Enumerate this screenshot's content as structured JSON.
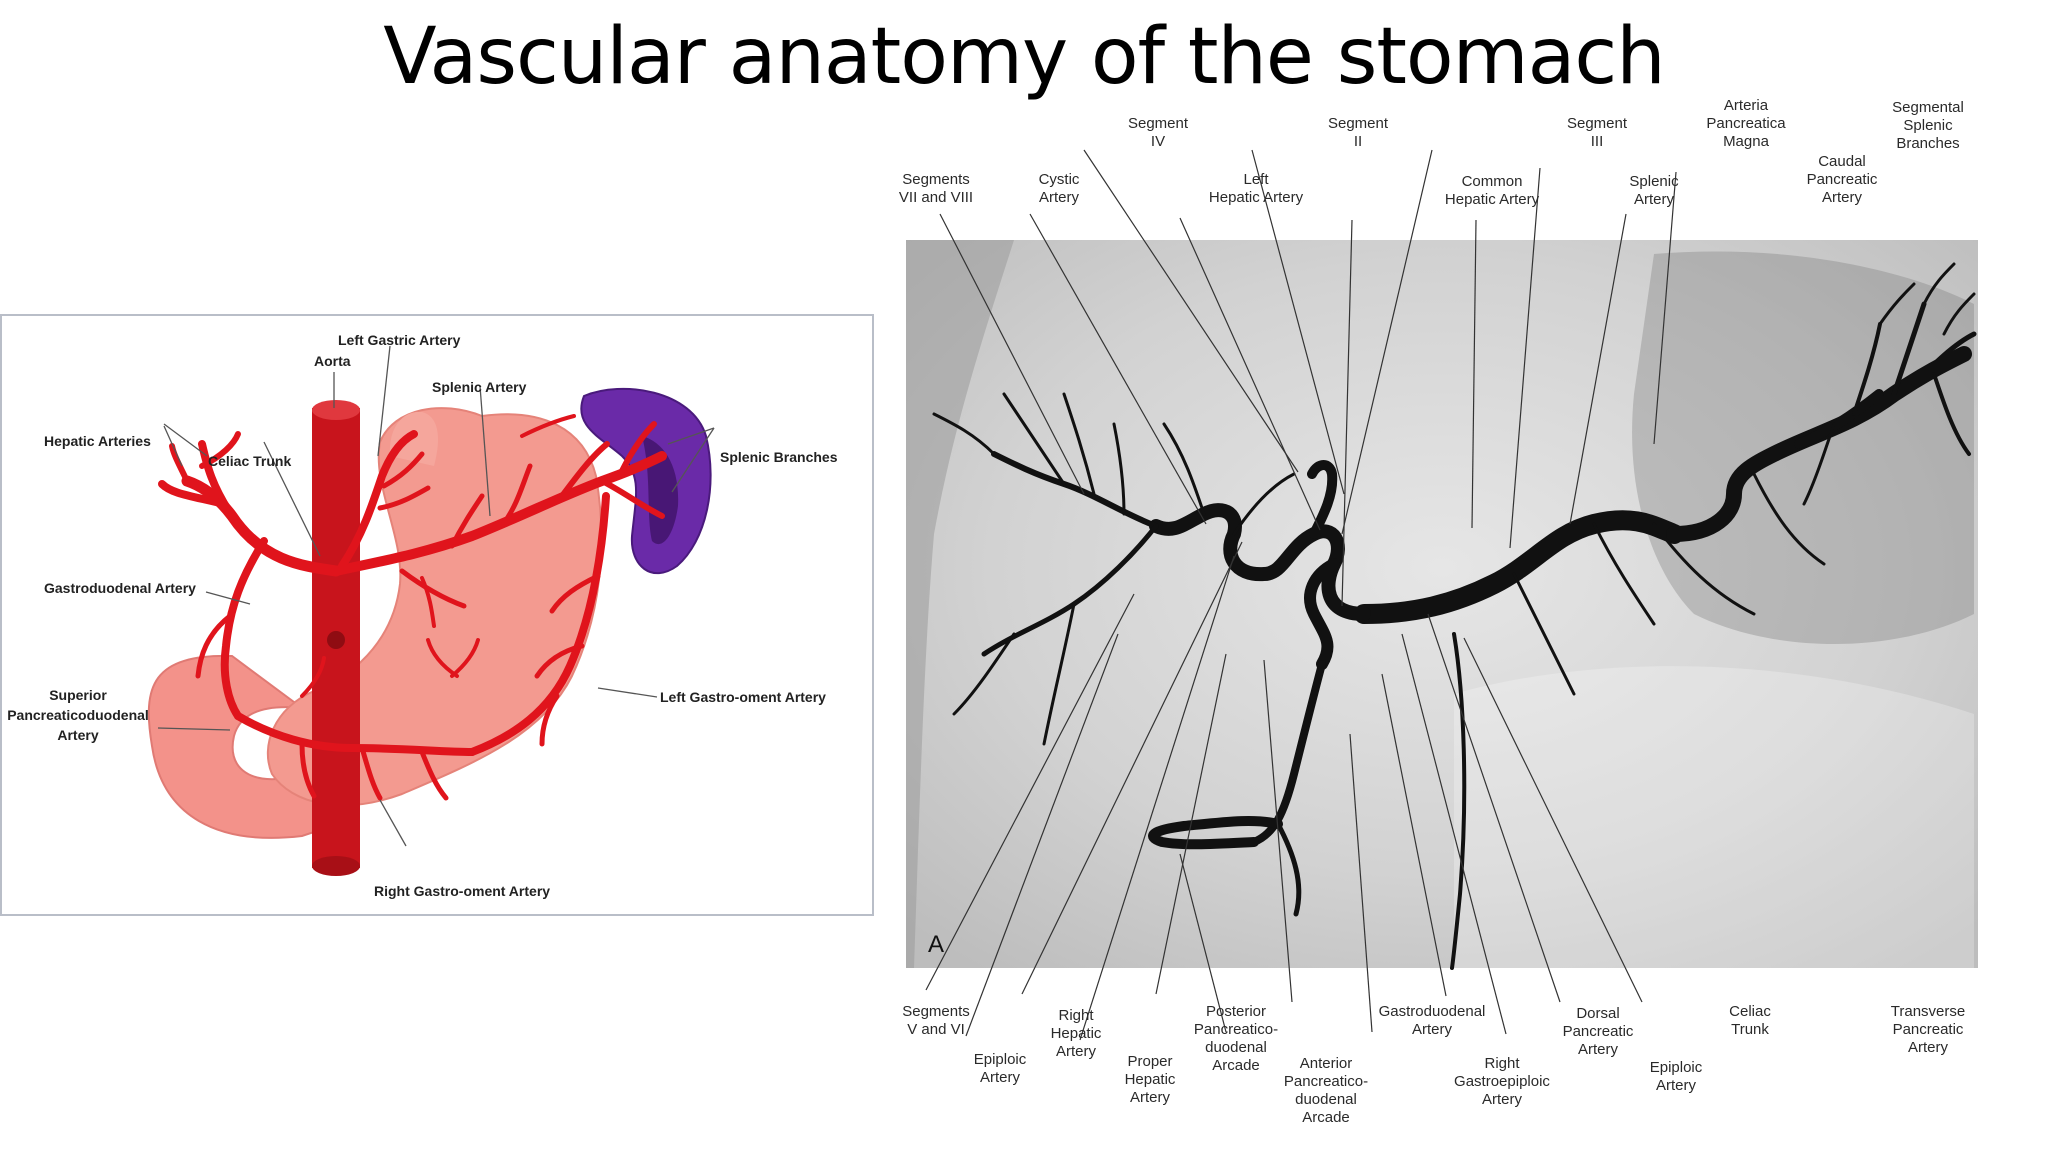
{
  "title": "Vascular anatomy of the stomach",
  "colors": {
    "artery": "#e0141c",
    "aorta": "#c8141c",
    "stomach": "#f39a90",
    "duodenum": "#f3928a",
    "spleen": "#6a2aa8",
    "frame_border": "#b9bec8"
  },
  "illustration": {
    "labels": {
      "left_gastric": "Left Gastric Artery",
      "aorta": "Aorta",
      "splenic": "Splenic Artery",
      "hepatic": "Hepatic Arteries",
      "celiac": "Celiac Trunk",
      "splenic_branches": "Splenic Branches",
      "gastroduodenal": "Gastroduodenal Artery",
      "superior_pd": [
        "Superior",
        "Pancreaticoduodenal",
        "Artery"
      ],
      "left_gastro_oment": "Left Gastro-oment Artery",
      "right_gastro_oment": "Right Gastro-oment Artery"
    }
  },
  "angiogram": {
    "panel_letter": "A",
    "labels": {
      "seg_vii_viii": [
        "Segments",
        "VII and VIII"
      ],
      "cystic": [
        "Cystic",
        "Artery"
      ],
      "seg_iv": [
        "Segment",
        "IV"
      ],
      "left_hepatic": [
        "Left",
        "Hepatic Artery"
      ],
      "seg_ii": [
        "Segment",
        "II"
      ],
      "common_hepatic": [
        "Common",
        "Hepatic Artery"
      ],
      "seg_iii": [
        "Segment",
        "III"
      ],
      "splenic": [
        "Splenic",
        "Artery"
      ],
      "arteria_pm": [
        "Arteria",
        "Pancreatica",
        "Magna"
      ],
      "caudal_pa": [
        "Caudal",
        "Pancreatic",
        "Artery"
      ],
      "seg_splenic": [
        "Segmental",
        "Splenic",
        "Branches"
      ],
      "seg_v_vi": [
        "Segments",
        "V and VI"
      ],
      "epiploic_l": [
        "Epiploic",
        "Artery"
      ],
      "right_hepatic": [
        "Right",
        "Hepatic",
        "Artery"
      ],
      "proper_hepatic": [
        "Proper",
        "Hepatic",
        "Artery"
      ],
      "post_pd": [
        "Posterior",
        "Pancreatico-",
        "duodenal",
        "Arcade"
      ],
      "ant_pd": [
        "Anterior",
        "Pancreatico-",
        "duodenal",
        "Arcade"
      ],
      "gastroduodenal": [
        "Gastroduodenal",
        "Artery"
      ],
      "right_ge": [
        "Right",
        "Gastroepiploic",
        "Artery"
      ],
      "dorsal_pa": [
        "Dorsal",
        "Pancreatic",
        "Artery"
      ],
      "epiploic_r": [
        "Epiploic",
        "Artery"
      ],
      "celiac": [
        "Celiac",
        "Trunk"
      ],
      "transverse_pa": [
        "Transverse",
        "Pancreatic",
        "Artery"
      ]
    }
  }
}
